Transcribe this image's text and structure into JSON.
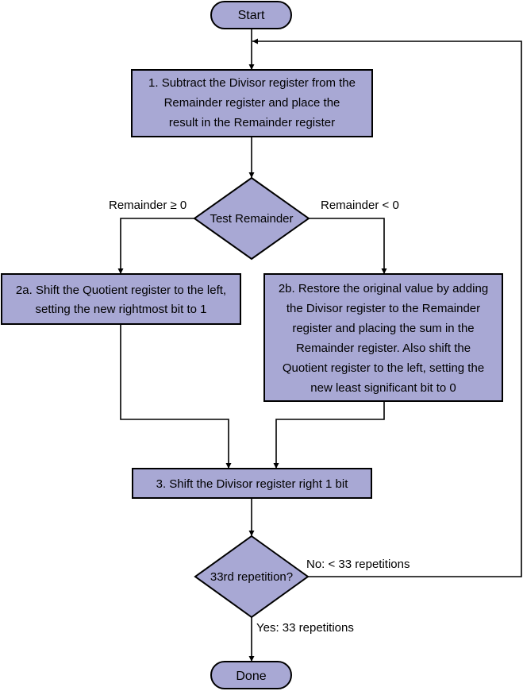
{
  "colors": {
    "box_fill": "#a8a8d4",
    "stroke": "#000000",
    "background": "#ffffff"
  },
  "nodes": {
    "start": {
      "label": "Start"
    },
    "step1": {
      "lines": [
        "1.  Subtract the Divisor register from the",
        "Remainder register and place the",
        "result in the Remainder register"
      ]
    },
    "test_remainder": {
      "label": "Test Remainder"
    },
    "step2a": {
      "lines": [
        "2a.  Shift the Quotient register to the left,",
        "setting the new rightmost bit to 1"
      ]
    },
    "step2b": {
      "lines": [
        "2b.  Restore the original value by adding",
        "the Divisor register to the Remainder",
        "register and placing the sum in the",
        "Remainder register. Also shift the",
        "Quotient register to the left, setting the",
        "new least significant bit to 0"
      ]
    },
    "step3": {
      "label": "3.  Shift the Divisor register right 1 bit"
    },
    "repetition_test": {
      "label": "33rd repetition?"
    },
    "done": {
      "label": "Done"
    }
  },
  "edges": {
    "remainder_ge_zero": "Remainder ≥ 0",
    "remainder_lt_zero": "Remainder < 0",
    "no_repetitions": "No: < 33 repetitions",
    "yes_repetitions": "Yes: 33 repetitions"
  }
}
